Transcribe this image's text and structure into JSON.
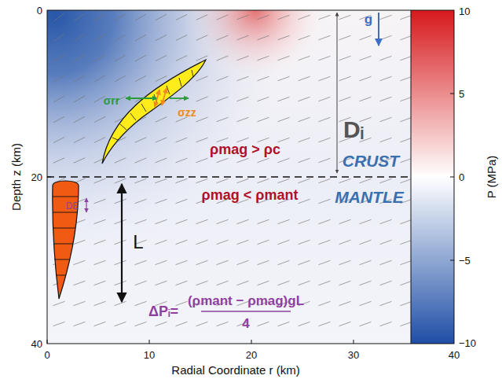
{
  "diagram": {
    "labels": [
      "0",
      "20",
      "40",
      "0",
      "10",
      "20",
      "30",
      "40",
      "10",
      "5",
      "0",
      "−5",
      "−10",
      "Depth z (km)",
      "Radial Coordinate r (km)",
      "P (MPa)",
      "g",
      "Dᵢ",
      "σrr",
      "σzz",
      "ρmag > ρc",
      "ρmag < ρmant",
      "CRUST",
      "MANTLE",
      "DE",
      "L",
      "ΔPᵢ=",
      "(ρmant − ρmag)gL",
      "4"
    ]
  }
}
